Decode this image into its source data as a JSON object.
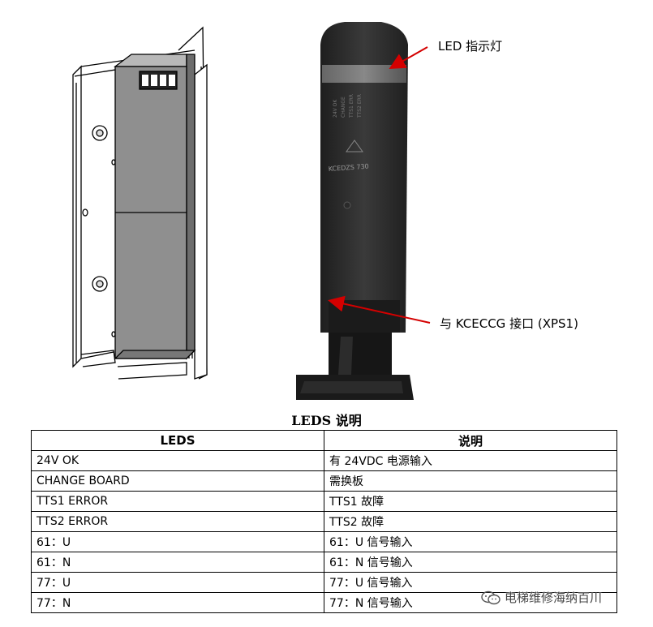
{
  "figure": {
    "left_drawing": "cabinet-line-drawing",
    "photo_text": "KCEDZS 730",
    "callouts": {
      "led": "LED  指示灯",
      "connector": "与  KCECCG  接口  (XPS1)"
    }
  },
  "caption": "LEDS 说明",
  "table": {
    "headers": [
      "LEDS",
      "说明"
    ],
    "rows": [
      [
        "24V OK",
        "有 24VDC 电源输入"
      ],
      [
        "CHANGE BOARD",
        "需换板"
      ],
      [
        "TTS1 ERROR",
        "TTS1 故障"
      ],
      [
        "TTS2 ERROR",
        "TTS2 故障"
      ],
      [
        "61：U",
        "61：U 信号输入"
      ],
      [
        "61：N",
        "61：N 信号输入"
      ],
      [
        "77：U",
        "77：U 信号输入"
      ],
      [
        "77：N",
        "77：N 信号输入"
      ]
    ]
  },
  "watermark": "电梯维修海纳百川",
  "colors": {
    "arrow": "#d40000",
    "device": "#2c2c2c",
    "drawing_fill": "#8f8f8f"
  }
}
